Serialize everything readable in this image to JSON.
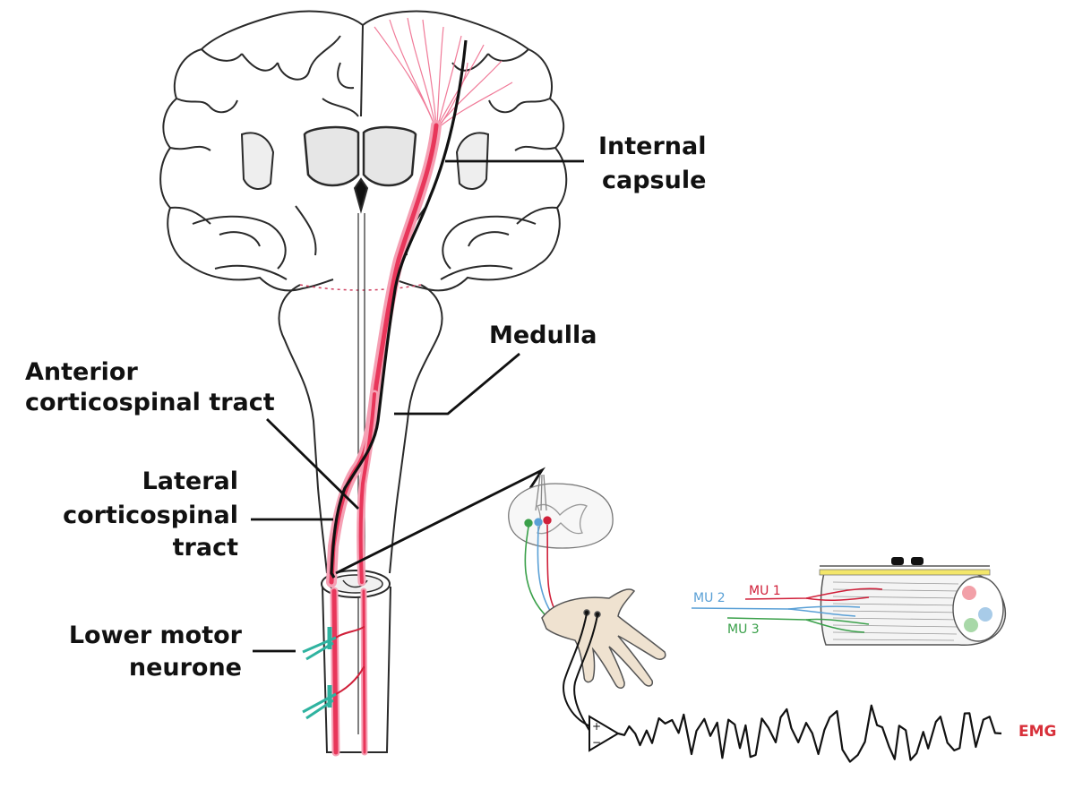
{
  "labels": {
    "internal_capsule_line1": "Internal",
    "internal_capsule_line2": "capsule",
    "medulla": "Medulla",
    "anterior_line1": "Anterior",
    "anterior_line2": "corticospinal tract",
    "lateral_line1": "Lateral",
    "lateral_line2": "corticospinal",
    "lateral_line3": "tract",
    "lmn_line1": "Lower motor",
    "lmn_line2": "neurone"
  },
  "inset": {
    "mu1": "MU 1",
    "mu2": "MU 2",
    "mu3": "MU 3",
    "emg": "EMG",
    "amp_plus": "+",
    "amp_minus": "−"
  },
  "colors": {
    "tract": "#e8365a",
    "tract_light": "#f5a0b4",
    "outline": "#2a2a2a",
    "mu1": "#d0203a",
    "mu2": "#5aa0d6",
    "mu3": "#3aa04a",
    "emg_label": "#d8303a",
    "lmn": "#2fb3a0"
  }
}
